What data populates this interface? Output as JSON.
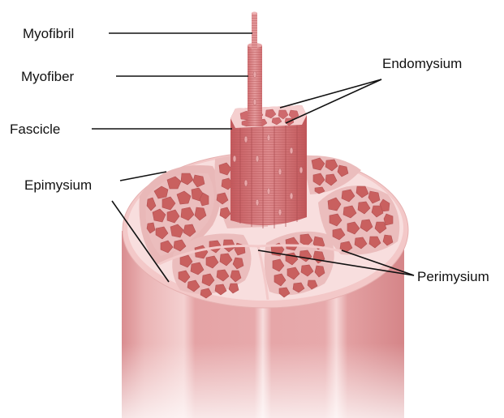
{
  "labels": {
    "myofibril": "Myofibril",
    "myofiber": "Myofiber",
    "fascicle": "Fascicle",
    "epimysium": "Epimysium",
    "endomysium": "Endomysium",
    "perimysium": "Perimysium"
  },
  "colors": {
    "line": "#111111",
    "muscle_fill": "#e8a9ab",
    "muscle_shadow": "#cf8486",
    "connective_tissue": "#f6d4d4",
    "fiber_fill": "#c96265",
    "fiber_stroke": "#a94a4d",
    "fascicle_fill": "#d67b7e"
  }
}
